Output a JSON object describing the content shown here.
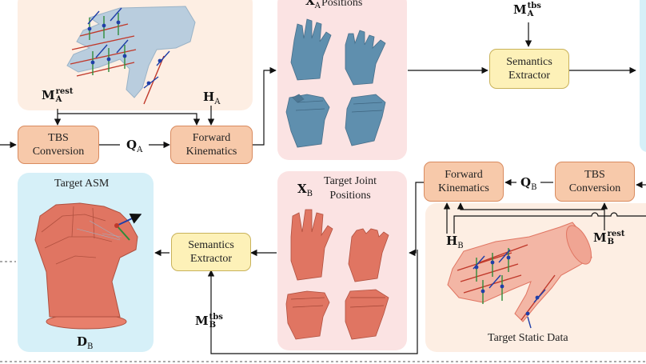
{
  "colors": {
    "peach_panel": "#fdeee3",
    "pink_panel": "#fbe3e3",
    "cyan_panel": "#d6f0f8",
    "box_orange": "#f7c9aa",
    "box_yellow": "#fdf1b8",
    "hand_blue": "#5f8fae",
    "hand_red": "#e07562"
  },
  "top": {
    "positions_label": "Positions",
    "positions_symbol": "X",
    "positions_sub": "A",
    "m_rest_label": {
      "base": "M",
      "sub": "A",
      "sup": "rest"
    },
    "h_label": {
      "base": "H",
      "sub": "A"
    },
    "m_tbs_label": {
      "base": "M",
      "sub": "A",
      "sup": "tbs"
    },
    "q_label": {
      "base": "Q",
      "sub": "A"
    },
    "tbs_box": "TBS\nConversion",
    "fk_box": "Forward\nKinematics",
    "sem_box": "Semantics\nExtractor"
  },
  "bottom": {
    "target_asm": "Target ASM",
    "d_label": {
      "base": "D",
      "sub": "B"
    },
    "sem_box": "Semantics\nExtractor",
    "m_tbs_label": {
      "base": "M",
      "sub": "B",
      "sup": "tbs"
    },
    "x_label": {
      "base": "X",
      "sub": "B"
    },
    "target_joint": "Target Joint\nPositions",
    "fk_box": "Forward\nKinematics",
    "q_label": {
      "base": "Q",
      "sub": "B"
    },
    "tbs_box": "TBS\nConversion",
    "h_label": {
      "base": "H",
      "sub": "B"
    },
    "m_rest_label": {
      "base": "M",
      "sub": "B",
      "sup": "rest"
    },
    "target_static": "Target Static Data"
  }
}
